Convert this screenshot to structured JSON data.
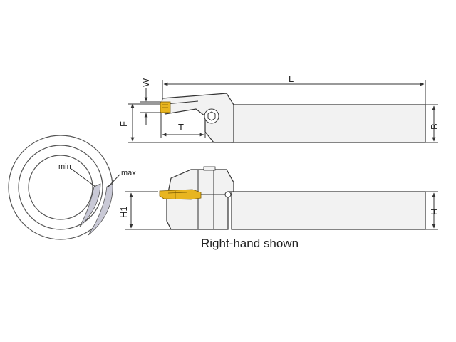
{
  "labels": {
    "W": "W",
    "L": "L",
    "F": "F",
    "T": "T",
    "B": "B",
    "H1": "H1",
    "H": "H",
    "min": "min",
    "max": "max"
  },
  "caption": "Right-hand shown",
  "colors": {
    "insert": "#e8b520",
    "body": "#f2f2f2",
    "groove": "#c9c9d6"
  }
}
